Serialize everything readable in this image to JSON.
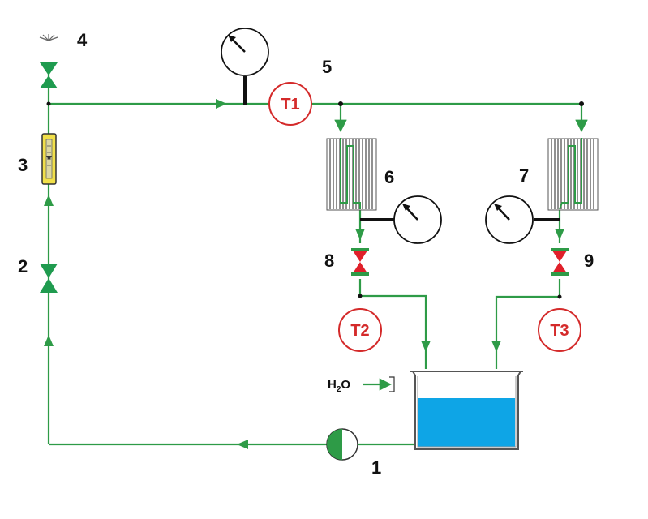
{
  "colors": {
    "pipe": "#2e9b47",
    "valve_green": "#1f9b4f",
    "valve_red": "#e0202a",
    "water": "#0ea5e6",
    "sensor_ring": "#d42a2a",
    "gauge_stroke": "#111111",
    "exchanger": "#555555",
    "flowmeter": "#f1e04a"
  },
  "labels": {
    "pump": "1",
    "valve_bottom": "2",
    "flowmeter": "3",
    "valve_top": "4",
    "junction": "5",
    "exchanger_left": "6",
    "exchanger_right": "7",
    "valve_left": "8",
    "valve_right": "9"
  },
  "sensors": {
    "t1": "T1",
    "t2": "T2",
    "t3": "T3"
  },
  "water_inlet": {
    "main": "H",
    "sub": "2",
    "tail": "O"
  },
  "icons": {
    "pressure_gauge": "gauge-icon",
    "pump": "pump-icon",
    "valve": "valve-icon",
    "heat_exchanger": "heat-exchanger-icon",
    "flowmeter": "flowmeter-icon",
    "nozzle": "spray-nozzle-icon"
  }
}
